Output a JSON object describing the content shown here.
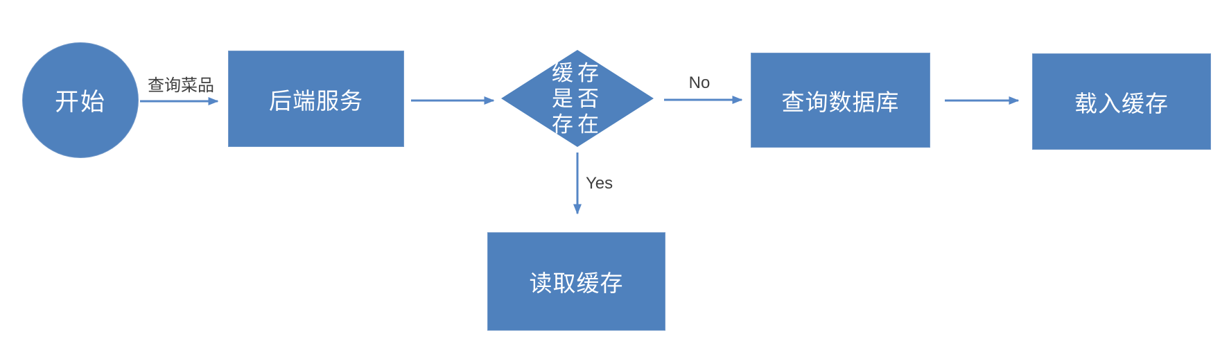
{
  "diagram": {
    "background": "#FFFFFF",
    "colors": {
      "node_fill": "#4F81BD",
      "node_text": "#FFFFFF",
      "connector": "#5586C6",
      "edge_label_text": "#3F3F3F"
    },
    "nodes": [
      {
        "id": "start",
        "shape": "ellipse",
        "label": "开始"
      },
      {
        "id": "backend-service",
        "shape": "rectangle",
        "label": "后端服务"
      },
      {
        "id": "cache-exists",
        "shape": "diamond",
        "label": "缓存\n是否\n存在"
      },
      {
        "id": "query-database",
        "shape": "rectangle",
        "label": "查询数据库"
      },
      {
        "id": "load-cache",
        "shape": "rectangle",
        "label": "载入缓存"
      },
      {
        "id": "read-cache",
        "shape": "rectangle",
        "label": "读取缓存"
      }
    ],
    "edges": [
      {
        "from": "start",
        "to": "backend-service",
        "label": "查询菜品"
      },
      {
        "from": "backend-service",
        "to": "cache-exists",
        "label": ""
      },
      {
        "from": "cache-exists",
        "to": "query-database",
        "label": "No"
      },
      {
        "from": "query-database",
        "to": "load-cache",
        "label": ""
      },
      {
        "from": "cache-exists",
        "to": "read-cache",
        "label": "Yes"
      }
    ]
  }
}
